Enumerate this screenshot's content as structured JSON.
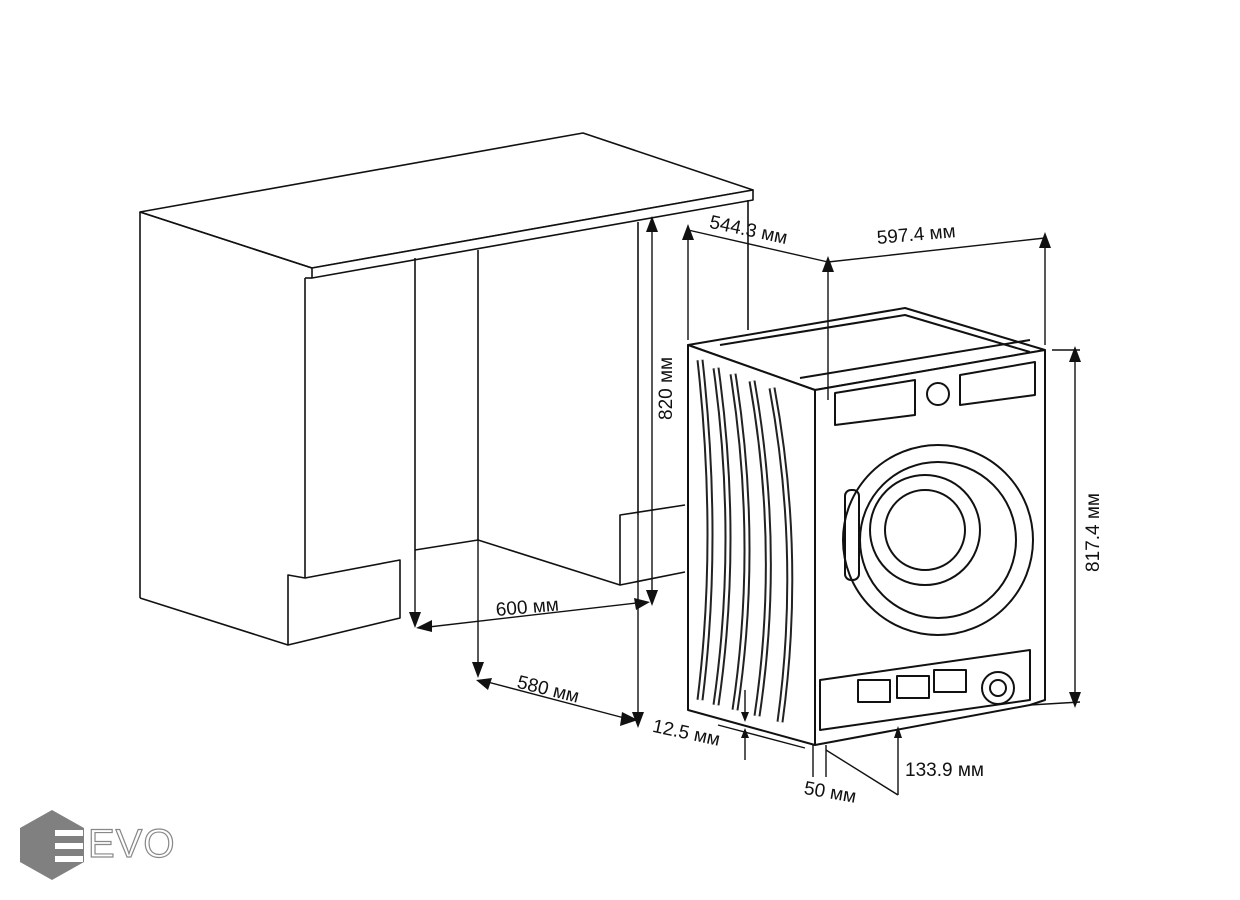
{
  "dimensions": {
    "depth_top": "544.3 мм",
    "width_top": "597.4 мм",
    "cabinet_height": "820 мм",
    "machine_height": "817.4 мм",
    "cabinet_depth": "600 мм",
    "niche_depth": "580 мм",
    "foot_height": "12.5 мм",
    "foot_offset": "50 мм",
    "plinth_depth": "133.9 мм"
  },
  "logo": {
    "text": "EVO"
  },
  "colors": {
    "line": "#111111",
    "logo": "#808080"
  }
}
